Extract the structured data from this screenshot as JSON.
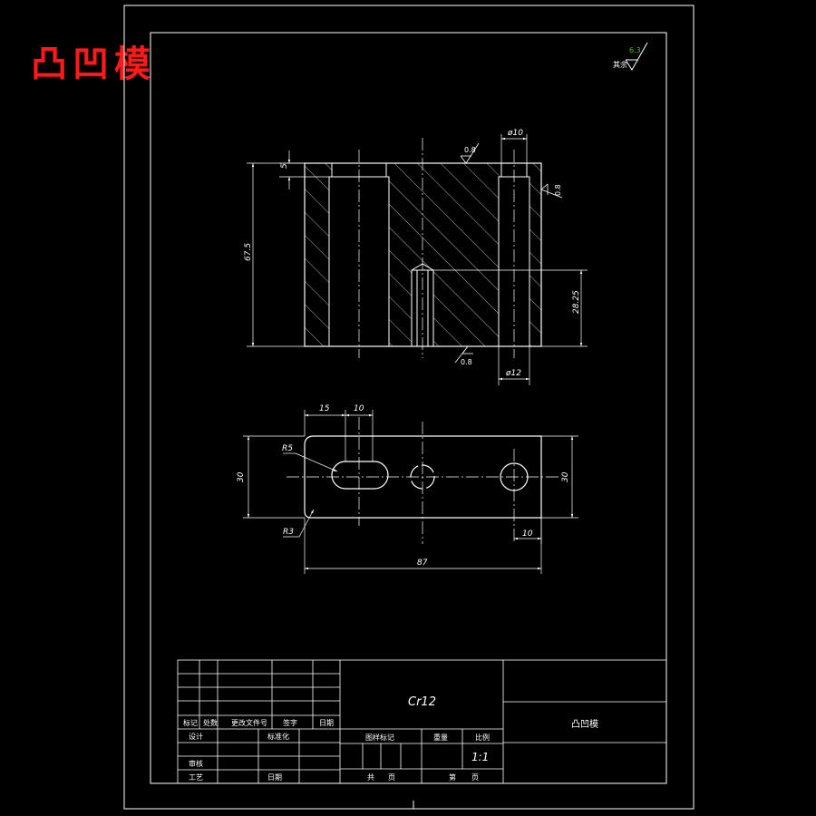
{
  "heading": "凸凹模",
  "roughness": {
    "label": "其余",
    "value": "6.3",
    "value_color": "#22cc22"
  },
  "front_view": {
    "dim_phi10": "ø10",
    "dim_5": "5",
    "dim_67_5": "67.5",
    "dim_28_25": "28.25",
    "dim_phi12": "ø12",
    "rough_top": "0.8",
    "rough_right": "0.8",
    "rough_bottom": "0.8"
  },
  "plan_view": {
    "dim_15": "15",
    "dim_10_top": "10",
    "r5": "R5",
    "r3": "R3",
    "dim_30_left": "30",
    "dim_30_right": "30",
    "dim_10_bottom": "10",
    "dim_87": "87"
  },
  "title_block": {
    "material": "Cr12",
    "part_name": "凸凹模",
    "scale": "1:1",
    "labels": {
      "mark": "标记",
      "count": "处数",
      "change_doc": "更改文件号",
      "sign": "签字",
      "date": "日期",
      "design": "设计",
      "standardize": "标准化",
      "check": "审核",
      "process": "工艺",
      "date2": "日期",
      "stage_mark": "图样标记",
      "weight": "重量",
      "ratio": "比例",
      "total": "共",
      "sheet": "页",
      "no": "第",
      "sheet2": "页"
    }
  },
  "colors": {
    "line": "#ffffff",
    "accent_red": "#ff1a1a",
    "accent_green": "#22cc22"
  }
}
